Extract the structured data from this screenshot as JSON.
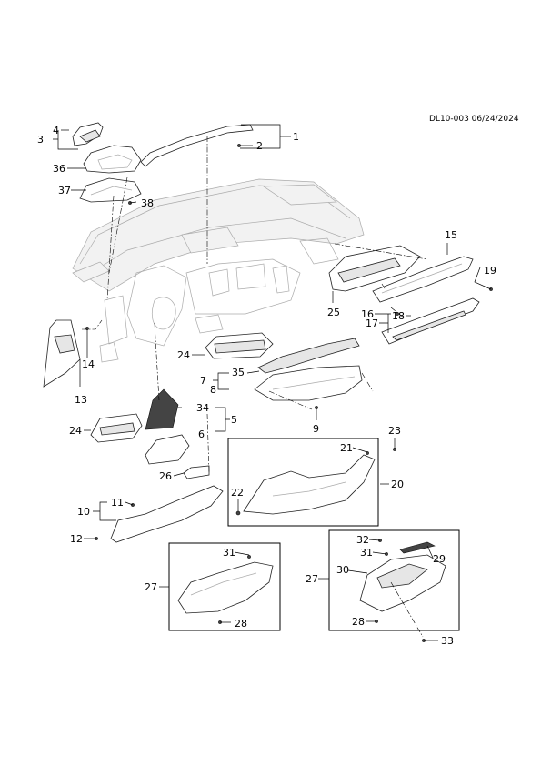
{
  "header": {
    "doc_code": "DL10-003 06/24/2024"
  },
  "callouts": {
    "c1": "1",
    "c2": "2",
    "c3": "3",
    "c4": "4",
    "c5": "5",
    "c6": "6",
    "c7": "7",
    "c8": "8",
    "c9": "9",
    "c10": "10",
    "c11": "11",
    "c12": "12",
    "c13": "13",
    "c14": "14",
    "c15": "15",
    "c16": "16",
    "c17": "17",
    "c18": "18",
    "c19": "19",
    "c20": "20",
    "c21": "21",
    "c22": "22",
    "c23": "23",
    "c24a": "24",
    "c24b": "24",
    "c25": "25",
    "c26": "26",
    "c27a": "27",
    "c27b": "27",
    "c28a": "28",
    "c28b": "28",
    "c29": "29",
    "c30": "30",
    "c31a": "31",
    "c31b": "31",
    "c32": "32",
    "c33": "33",
    "c34": "34",
    "c35": "35",
    "c36": "36",
    "c37": "37",
    "c38": "38"
  }
}
